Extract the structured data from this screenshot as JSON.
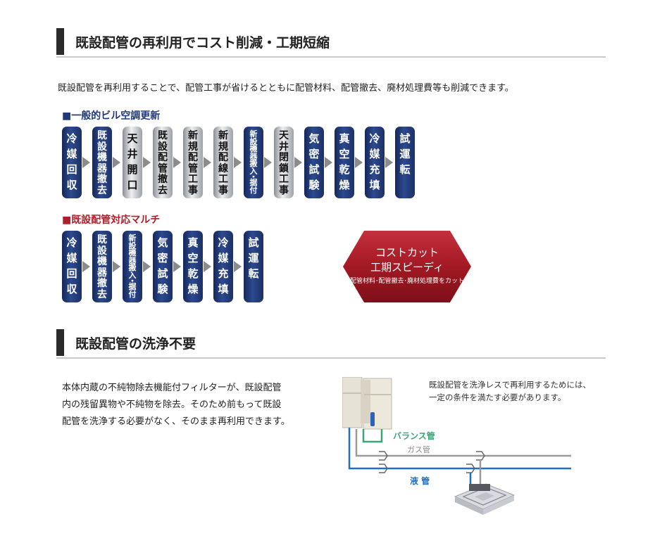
{
  "section1": {
    "title": "既設配管の再利用でコスト削減・工期短縮",
    "description": "既設配管を再利用することで、配管工事が省けるとともに配管材料、配管撤去、廃材処理費等も削減できます。"
  },
  "flow1": {
    "label": "■一般的ビル空調更新",
    "steps": [
      {
        "text": "冷媒回収",
        "style": "navy"
      },
      {
        "text": "既設機器撤去",
        "style": "navy"
      },
      {
        "text": "天井開口",
        "style": "silver"
      },
      {
        "text": "既設配管撤去",
        "style": "silver"
      },
      {
        "text": "新規配管工事",
        "style": "silver"
      },
      {
        "text": "新規配線工事",
        "style": "silver"
      },
      {
        "text": "新設機器搬入・据付",
        "style": "navy"
      },
      {
        "text": "天井閉鎖工事",
        "style": "silver"
      },
      {
        "text": "気密試験",
        "style": "navy"
      },
      {
        "text": "真空乾燥",
        "style": "navy"
      },
      {
        "text": "冷媒充填",
        "style": "navy"
      },
      {
        "text": "試運転",
        "style": "navy"
      }
    ]
  },
  "flow2": {
    "label": "■既設配管対応マルチ",
    "steps": [
      {
        "text": "冷媒回収",
        "style": "navy"
      },
      {
        "text": "既設機器撤去",
        "style": "navy"
      },
      {
        "text": "新設機器搬入・据付",
        "style": "navy"
      },
      {
        "text": "気密試験",
        "style": "navy"
      },
      {
        "text": "真空乾燥",
        "style": "navy"
      },
      {
        "text": "冷媒充填",
        "style": "navy"
      },
      {
        "text": "試運転",
        "style": "navy"
      }
    ],
    "cost_cut": {
      "line1": "コストカット",
      "line2": "工期スピーディ",
      "line3": "配管材料･配管撤去･廃材処理費をカット"
    }
  },
  "section2": {
    "title": "既設配管の洗浄不要",
    "paragraph": [
      "本体内蔵の不純物除去機能付フィルターが、既設配管",
      "内の残留異物や不純物を除去。そのため前もって既設",
      "配管を洗浄する必要がなく、そのまま再利用できます。"
    ]
  },
  "diagram": {
    "note": [
      "既設配管を洗浄レスで再利用するためには、",
      "一定の条件を満たす必要があります。"
    ],
    "balance_pipe": "バランス管",
    "gas_pipe": "ガス管",
    "liquid_pipe": "液 管",
    "colors": {
      "balance": "#3aa676",
      "gas": "#9a9a9a",
      "liquid": "#1f6fc2",
      "navy": "#1d3066",
      "red": "#a31a26"
    }
  }
}
